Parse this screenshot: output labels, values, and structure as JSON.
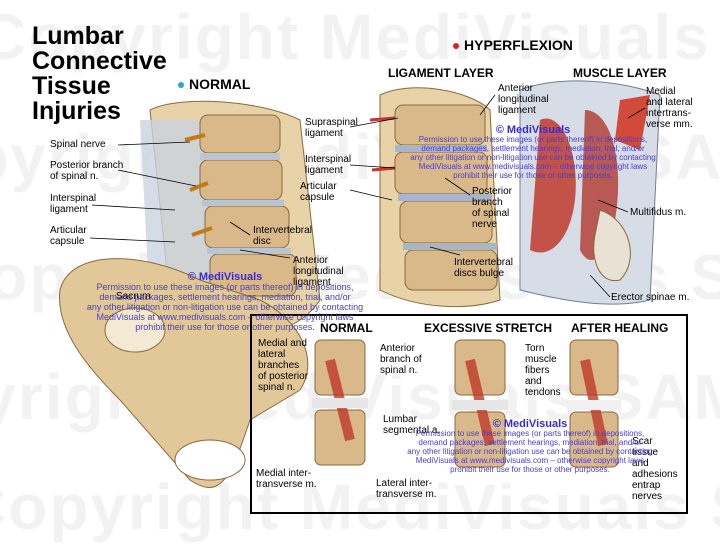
{
  "title": {
    "line1": "Lumbar",
    "line2": "Connective",
    "line3": "Tissue",
    "line4": "Injuries"
  },
  "sections": {
    "normal": "NORMAL",
    "hyperflexion": "HYPERFLEXION",
    "ligament_layer": "LIGAMENT LAYER",
    "muscle_layer": "MUSCLE LAYER",
    "inset_normal": "NORMAL",
    "inset_excessive": "EXCESSIVE STRETCH",
    "inset_after": "AFTER HEALING"
  },
  "colors": {
    "normal_dot": "#2aa6d6",
    "hyperflexion_dot": "#e02020",
    "watermark": "#4a3bd6"
  },
  "labels": {
    "spinal_nerve": "Spinal nerve",
    "posterior_branch": "Posterior branch\nof spinal n.",
    "interspinal_ligament": "Interspinal\nligament",
    "articular_capsule": "Articular\ncapsule",
    "sacrum": "Sacrum",
    "intervertebral_disc": "Intervertebral\ndisc",
    "anterior_longitudinal": "Anterior\nlongitudinal\nligament",
    "supraspinal": "Supraspinal\nligament",
    "interspinal2": "Interspinal\nligament",
    "articular2": "Articular\ncapsule",
    "anterior_longitudinal2": "Anterior\nlongitudinal\nligament",
    "posterior_branch2": "Posterior\nbranch\nof spinal\nnerve",
    "discs_bulge": "Intervertebral\ndiscs bulge",
    "medial_lateral_intertrans": "Medial\nand lateral\nintertrans-\nverse mm.",
    "multifidus": "Multifidus m.",
    "erector": "Erector spinae m.",
    "medial_lateral_branches": "Medial and\nlateral\nbranches\nof posterior\nspinal n.",
    "anterior_branch": "Anterior\nbranch of\nspinal n.",
    "torn_muscle": "Torn\nmuscle\nfibers\nand\ntendons",
    "lumbar_segmental": "Lumbar\nsegmental a.",
    "medial_intertransverse": "Medial inter-\ntransverse m.",
    "lateral_intertransverse": "Lateral inter-\ntransverse m.",
    "scar_tissue": "Scar\ntissue\nand\nadhesions\nentrap\nnerves"
  },
  "watermark": {
    "brand": "© MediVisuals",
    "lines": [
      "Permission to use these images (or parts thereof) in depositions,",
      "demand packages, settlement hearings, mediation, trial, and/or",
      "any other litigation or non-litigation use can be obtained by contacting",
      "MediVisuals at www.medivisuals.com – otherwise copyright laws",
      "prohibit their use for those or other purposes."
    ],
    "background": "Copyright MediVisuals SAMPLE"
  }
}
